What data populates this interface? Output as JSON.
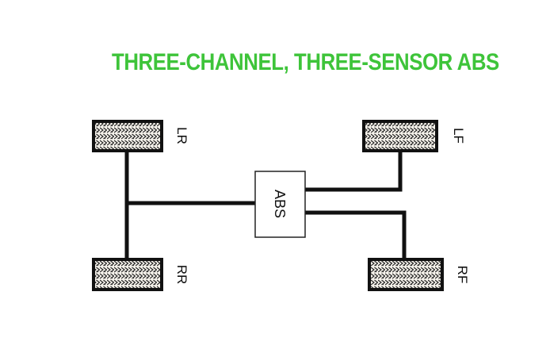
{
  "title": "THREE-CHANNEL, THREE-SENSOR ABS",
  "colors": {
    "title": "#3ec43a",
    "line": "#111111",
    "tire_fill": "#f4f1ea"
  },
  "module": {
    "label": "ABS"
  },
  "wheels": [
    {
      "id": "lr",
      "label": "LR"
    },
    {
      "id": "lf",
      "label": "LF"
    },
    {
      "id": "rr",
      "label": "RR"
    },
    {
      "id": "rf",
      "label": "RF"
    }
  ]
}
